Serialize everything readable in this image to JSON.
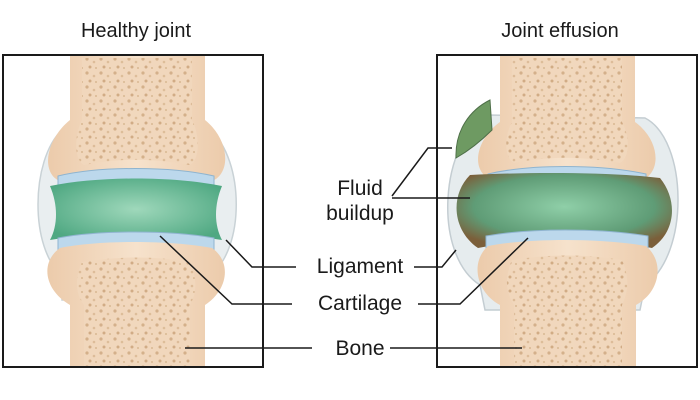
{
  "titles": {
    "left": "Healthy joint",
    "right": "Joint effusion"
  },
  "labels": {
    "fluid_line1": "Fluid",
    "fluid_line2": "buildup",
    "ligament": "Ligament",
    "cartilage": "Cartilage",
    "bone": "Bone"
  },
  "colors": {
    "bone": "#f3dcc4",
    "bone_texture": "#d9b895",
    "cartilage": "#bcd8ec",
    "synovial_fluid": "#6fbf99",
    "effusion_fluid": "#8c7a4a",
    "ligament": "#e4e9ec",
    "line": "#1a1a1a"
  }
}
